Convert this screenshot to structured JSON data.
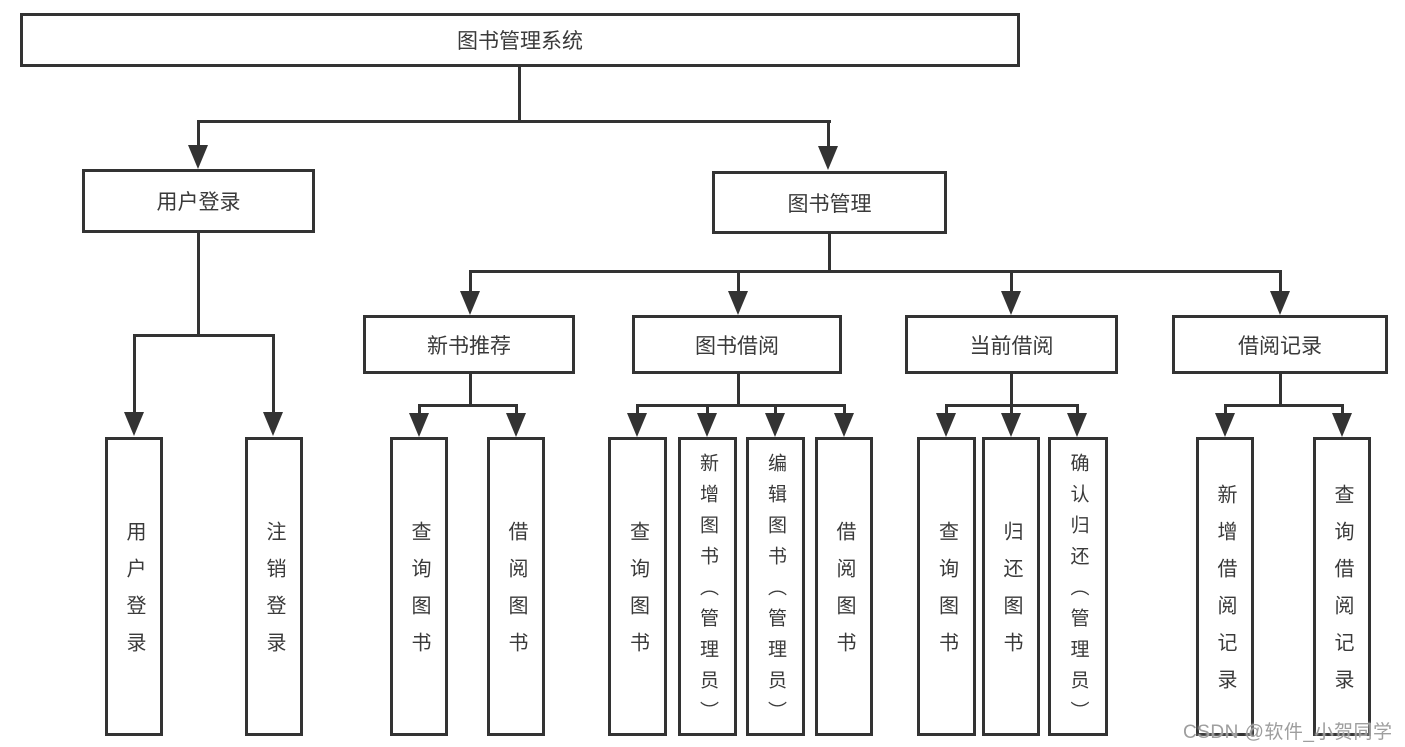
{
  "root": {
    "label": "图书管理系统"
  },
  "branches": {
    "user_login": {
      "label": "用户登录",
      "children": [
        {
          "label": "用户登录"
        },
        {
          "label": "注销登录"
        }
      ]
    },
    "book_management": {
      "label": "图书管理",
      "sections": {
        "new_book_recommend": {
          "label": "新书推荐",
          "children": [
            {
              "label": "查询图书"
            },
            {
              "label": "借阅图书"
            }
          ]
        },
        "book_borrow": {
          "label": "图书借阅",
          "children": [
            {
              "label": "查询图书"
            },
            {
              "label": "新增图书（管理员）"
            },
            {
              "label": "编辑图书（管理员）"
            },
            {
              "label": "借阅图书"
            }
          ]
        },
        "current_borrow": {
          "label": "当前借阅",
          "children": [
            {
              "label": "查询图书"
            },
            {
              "label": "归还图书"
            },
            {
              "label": "确认归还（管理员）"
            }
          ]
        },
        "borrow_records": {
          "label": "借阅记录",
          "children": [
            {
              "label": "新增借阅记录"
            },
            {
              "label": "查询借阅记录"
            }
          ]
        }
      }
    }
  },
  "watermark": {
    "text": "CSDN @软件_小贺同学"
  },
  "colors": {
    "line": "#333333",
    "text": "#3a3a3a",
    "watermark": "#9e9e9e",
    "background": "#ffffff"
  }
}
